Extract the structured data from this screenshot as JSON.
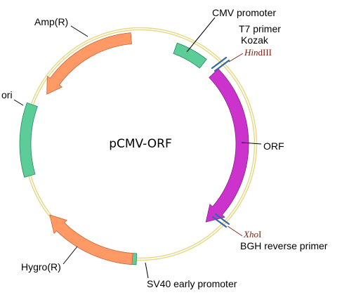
{
  "plasmid_name": "pCMV-ORF",
  "colors": {
    "backbone": "#e6d98a",
    "promoter": "#5ccc99",
    "orf": "#cc33cc",
    "resistance": "#ff9966",
    "site_marker": "#3366aa",
    "site_text": "#7a1f12"
  },
  "features": [
    {
      "label": "CMV promoter"
    },
    {
      "label": "T7 primer"
    },
    {
      "label": "Kozak"
    },
    {
      "label": "ORF"
    },
    {
      "label": "BGH reverse primer"
    },
    {
      "label": "SV40 early promoter"
    },
    {
      "label": "Hygro(R)"
    },
    {
      "label": "ori"
    },
    {
      "label": "Amp(R)"
    }
  ],
  "sites": [
    {
      "italic": "Hin",
      "rest": "dIII"
    },
    {
      "italic": "Xho",
      "rest": "I"
    }
  ]
}
